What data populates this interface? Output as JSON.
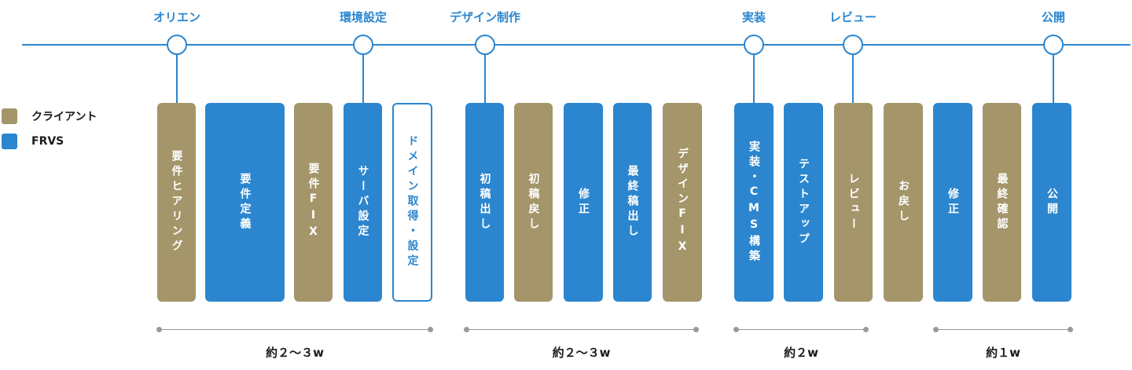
{
  "colors": {
    "timeline": "#2b86cf",
    "client": "#a4956a",
    "frvs": "#2b86cf",
    "duration": "#9a9a9a"
  },
  "legend": [
    {
      "label": "クライアント",
      "color": "#a4956a"
    },
    {
      "label": "FRVS",
      "color": "#2b86cf"
    }
  ],
  "milestones": [
    {
      "label": "オリエン"
    },
    {
      "label": "環境設定"
    },
    {
      "label": "デザイン制作"
    },
    {
      "label": "実装"
    },
    {
      "label": "レビュー"
    },
    {
      "label": "公開"
    }
  ],
  "tasks": [
    {
      "label": "要件ヒアリング",
      "owner": "client"
    },
    {
      "label": "要件定義",
      "owner": "frvs"
    },
    {
      "label": "要件FIX",
      "owner": "client"
    },
    {
      "label": "サーバ設定",
      "owner": "frvs"
    },
    {
      "label": "ドメイン取得・設定",
      "owner": "outline"
    },
    {
      "label": "初稿出し",
      "owner": "frvs"
    },
    {
      "label": "初稿戻し",
      "owner": "client"
    },
    {
      "label": "修正",
      "owner": "frvs"
    },
    {
      "label": "最終稿出し",
      "owner": "frvs"
    },
    {
      "label": "デザインFIX",
      "owner": "client"
    },
    {
      "label": "実装・CMS構築",
      "owner": "frvs"
    },
    {
      "label": "テストアップ",
      "owner": "frvs"
    },
    {
      "label": "レビュー",
      "owner": "client"
    },
    {
      "label": "お戻し",
      "owner": "client"
    },
    {
      "label": "修正",
      "owner": "frvs"
    },
    {
      "label": "最終確認",
      "owner": "client"
    },
    {
      "label": "公開",
      "owner": "frvs"
    }
  ],
  "durations": [
    {
      "label": "約２〜３w"
    },
    {
      "label": "約２〜３w"
    },
    {
      "label": "約２w"
    },
    {
      "label": "約１w"
    }
  ]
}
